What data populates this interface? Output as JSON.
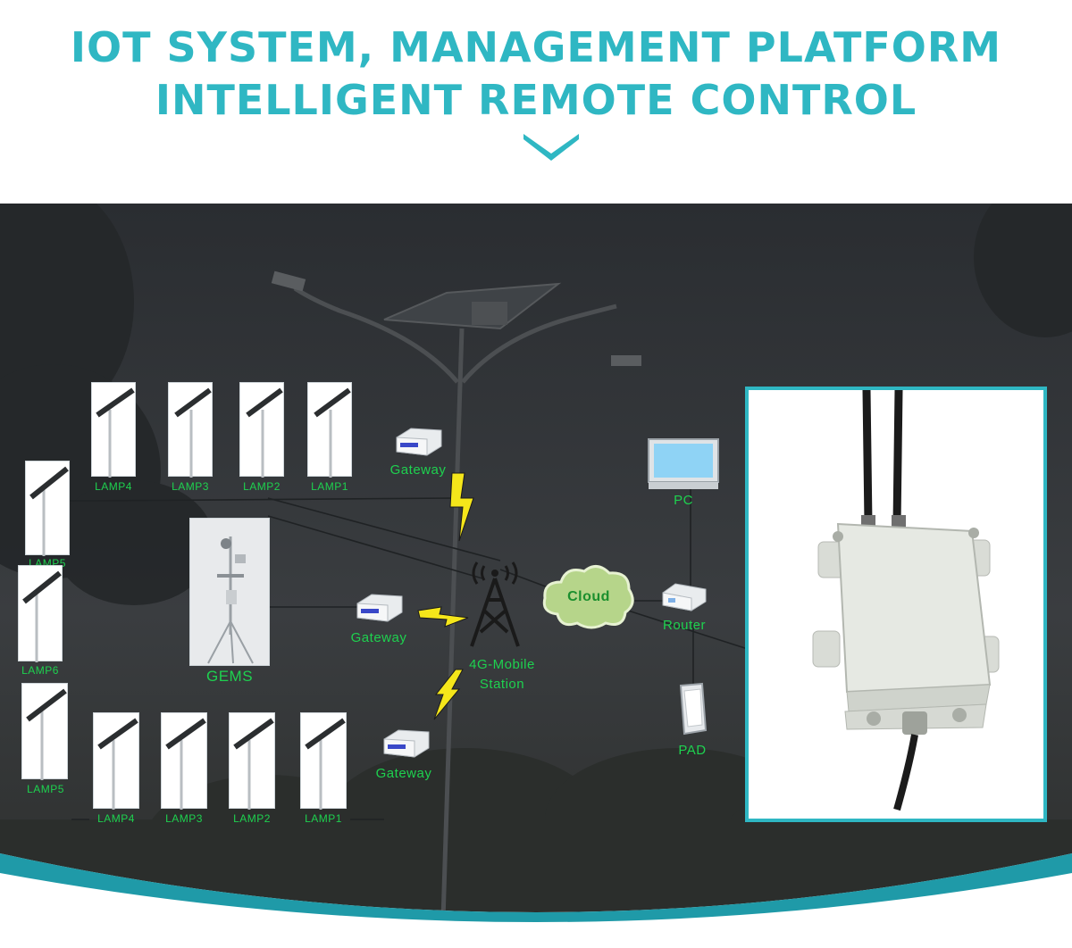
{
  "header": {
    "title_line1": "IOT SYSTEM, MANAGEMENT PLATFORM",
    "title_line2": "INTELLIGENT REMOTE CONTROL",
    "accent_color": "#2fb7c3",
    "chevron_icon": "chevron-down-icon"
  },
  "diagram": {
    "label_color": "#1ed14f",
    "top_lamps": [
      "LAMP4",
      "LAMP3",
      "LAMP2",
      "LAMP1"
    ],
    "bottom_lamps": [
      "LAMP4",
      "LAMP3",
      "LAMP2",
      "LAMP1"
    ],
    "side_lamps": [
      "LAMP5",
      "LAMP6",
      "LAMP5"
    ],
    "gateway_top": "Gateway",
    "gateway_mid": "Gateway",
    "gateway_bottom": "Gateway",
    "gems": "GEMS",
    "tower_line1": "4G-Mobile",
    "tower_line2": "Station",
    "cloud": "Cloud",
    "router": "Router",
    "pc": "PC",
    "pad": "PAD"
  }
}
